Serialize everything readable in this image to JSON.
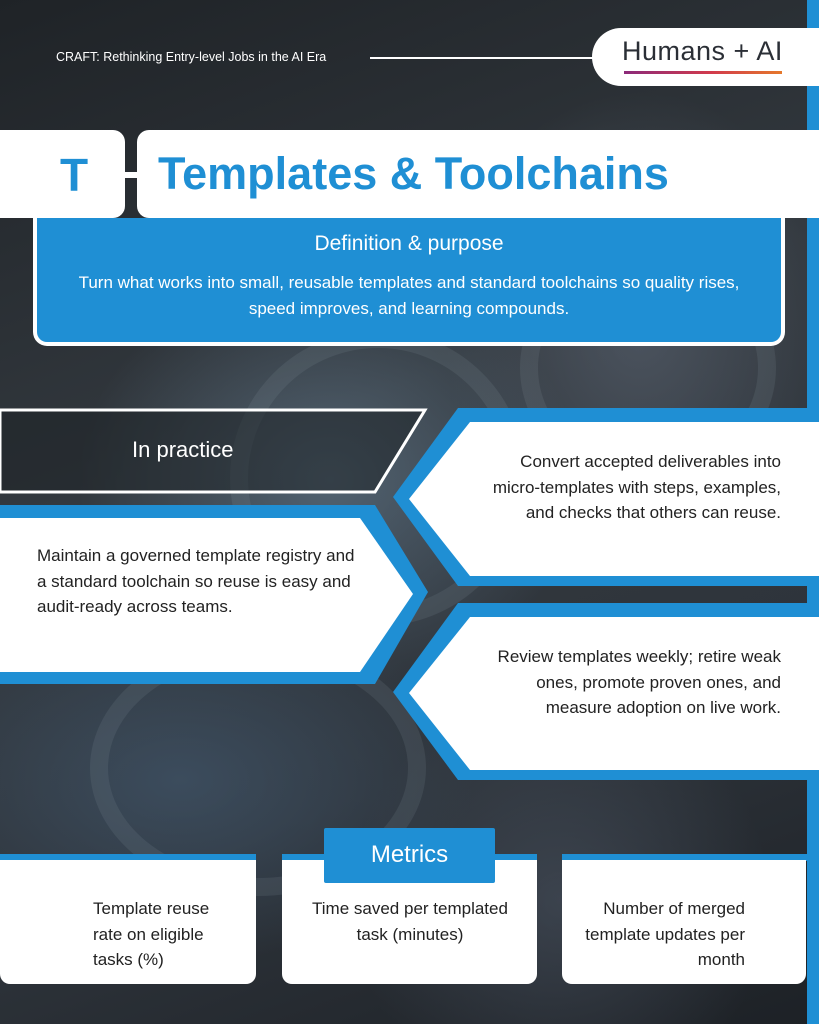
{
  "header": {
    "subtitle": "CRAFT: Rethinking Entry-level Jobs in the AI Era",
    "brand": "Humans + AI"
  },
  "title_block": {
    "letter": "T",
    "title": "Templates & Toolchains"
  },
  "definition": {
    "heading": "Definition & purpose",
    "body": "Turn what works into small, reusable templates and standard toolchains so quality rises, speed improves, and learning compounds."
  },
  "practice": {
    "heading": "In practice",
    "items": [
      "Convert accepted deliverables into micro-templates with steps, examples, and checks that others can reuse.",
      "Maintain a governed template registry and a standard toolchain so reuse is easy and audit-ready across teams.",
      "Review templates weekly; retire weak ones, promote proven ones, and measure adoption on live work."
    ]
  },
  "metrics": {
    "heading": "Metrics",
    "items": [
      "Template reuse rate on eligible tasks (%)",
      "Time saved per templated task (minutes)",
      "Number of merged template updates per month"
    ]
  },
  "colors": {
    "accent": "#1f8fd4",
    "background": "#2b2f36",
    "card": "#ffffff",
    "text": "#222222"
  }
}
